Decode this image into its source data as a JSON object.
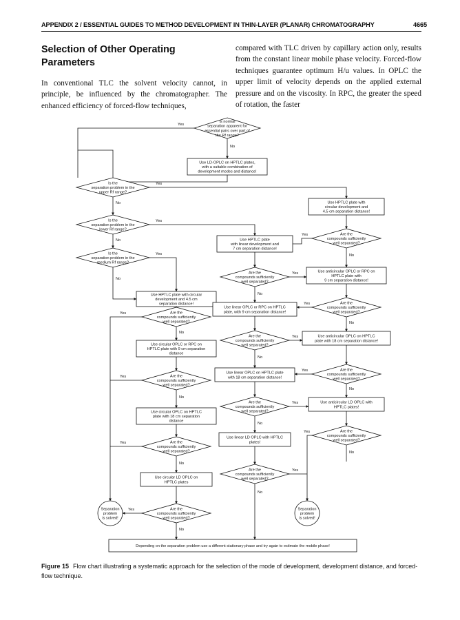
{
  "header": {
    "running_title": "APPENDIX 2 / ESSENTIAL GUIDES TO METHOD DEVELOPMENT IN THIN-LAYER (PLANAR) CHROMATOGRAPHY",
    "page_number": "4665"
  },
  "section": {
    "title": "Selection of Other Operating Parameters",
    "left_text": "In conventional TLC the solvent velocity cannot, in principle, be influenced by the chromatographer. The enhanced efficiency of forced-flow techniques,",
    "right_text": "compared with TLC driven by capillary action only, results from the constant linear mobile phase velocity. Forced-flow techniques guarantee optimum H/u values. In OPLC the upper limit of velocity depends on the applied external pressure and on the viscosity. In RPC, the greater the speed of rotation, the faster"
  },
  "flowchart": {
    "yes": "Yes",
    "no": "No",
    "d_start": [
      "Is normal",
      "separation apparent for",
      "essential pairs over part of",
      "the Rf range?"
    ],
    "p_ld": [
      "Use LD-OPLC on HPTLC plates,",
      "with a suitable combination of",
      "development modes and distance!"
    ],
    "d_upper": [
      "Is the",
      "separation problem in the",
      "upper Rf range?"
    ],
    "p_circ4": [
      "Use HPTLC plate with",
      "circular development and",
      "4.5 cm separation distance!"
    ],
    "d_lower": [
      "Is the",
      "separation problem in the",
      "lower Rf range?"
    ],
    "d_circ4": [
      "Are the",
      "compounds sufficiently",
      "well separated?"
    ],
    "p_lin7": [
      "Use HPTLC plate",
      "with linear development and",
      "7 cm separation distance!"
    ],
    "d_middle": [
      "Is the",
      "separation problem in the",
      "medium Rf range?"
    ],
    "p_circ45": [
      "Use HPTLC plate with circular",
      "development and 4.5 cm",
      "separation distance!"
    ],
    "d_lin7": [
      "Are the",
      "compounds sufficiently",
      "well separated?"
    ],
    "p_anti9": [
      "Use anticircular OPLC or RPC on",
      "HPTLC plate with",
      "9 cm separation distance!"
    ],
    "p_lin9": [
      "Use linear OPLC or RPC on HPTLC",
      "plate, with 9 cm separation distance!"
    ],
    "d_anti9": [
      "Are the",
      "compounds sufficiently",
      "well separated?"
    ],
    "d_c45": [
      "Are the",
      "compounds sufficiently",
      "well separated?"
    ],
    "p_anti18": [
      "Use anticircular OPLC on HPTLC",
      "plate with 18 cm separation distance!"
    ],
    "d_lin9": [
      "Are the",
      "compounds sufficiently",
      "well separated?"
    ],
    "p_circ9": [
      "Use circular OPLC or RPC on",
      "HPTLC plate with 9 cm separation",
      "distance"
    ],
    "p_lin18": [
      "Use linear OPLC on HPTLC plate",
      "with 18 cm separation distance!"
    ],
    "d_anti18": [
      "Are the",
      "compounds sufficiently",
      "well separated?"
    ],
    "d_circ9": [
      "Are the",
      "compounds sufficiently",
      "well separated?"
    ],
    "d_lin18": [
      "Are the",
      "compounds sufficiently",
      "well separated?"
    ],
    "p_antild": [
      "Use anticircular LD OPLC with",
      "HPTLC plates!"
    ],
    "p_circ18": [
      "Use circular OPLC on HPTLC",
      "plate with 18 cm separation",
      "distance"
    ],
    "p_linld": [
      "Use linear LD OPLC with HPTLC",
      "plates!"
    ],
    "d_antild": [
      "Are the",
      "compounds sufficiently",
      "well separated?"
    ],
    "d_circ18": [
      "Are the",
      "compounds sufficiently",
      "well separated?"
    ],
    "d_linld": [
      "Are the",
      "compounds sufficiently",
      "well separated?"
    ],
    "p_circld": [
      "Use circular LD OPLC on",
      "HPTLC plates"
    ],
    "t_left": [
      "Separation",
      "problem",
      "is solved!"
    ],
    "d_circld": [
      "Are the",
      "compounds sufficiently",
      "well separated?"
    ],
    "t_right": [
      "Separation",
      "problem",
      "is solved!"
    ],
    "p_final": [
      "Depending on the separation problem use a different stationary phase and try again to estimate the mobile phase!"
    ]
  },
  "caption": {
    "label": "Figure 15",
    "text": "Flow chart illustrating a systematic approach for the selection of the mode of development, development distance, and forced-flow technique."
  }
}
